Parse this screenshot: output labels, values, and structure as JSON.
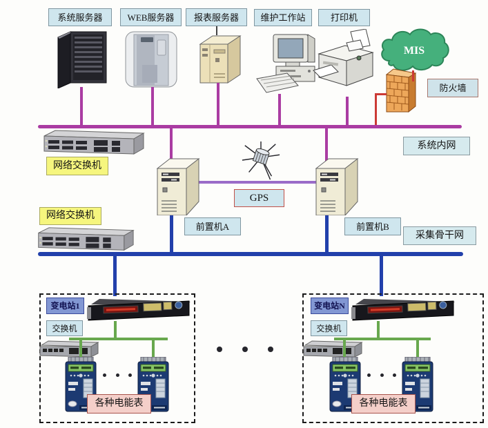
{
  "top_devices": [
    {
      "label": "系统服务器",
      "icon": "server-cabinet-icon"
    },
    {
      "label": "WEB服务器",
      "icon": "web-server-icon"
    },
    {
      "label": "报表服务器",
      "icon": "report-server-icon"
    },
    {
      "label": "维护工作站",
      "icon": "workstation-icon"
    },
    {
      "label": "打印机",
      "icon": "printer-icon"
    }
  ],
  "cloud": {
    "label": "MIS",
    "icon": "cloud-icon",
    "color": "#45b07c"
  },
  "firewall": {
    "label": "防火墙",
    "icon": "firewall-icon",
    "color": "#eda75a"
  },
  "buses": {
    "intranet": {
      "label": "系统内网",
      "color": "#aa3ca2"
    },
    "backbone": {
      "label": "采集骨干网",
      "color": "#2240ab"
    }
  },
  "network_switches": {
    "top": {
      "label": "网络交换机",
      "icon": "rack-switch-icon"
    },
    "bottom": {
      "label": "网络交换机",
      "icon": "rack-switch-icon"
    }
  },
  "frontends": {
    "a": {
      "label": "前置机A",
      "icon": "tower-server-icon"
    },
    "b": {
      "label": "前置机B",
      "icon": "tower-server-icon"
    }
  },
  "gps": {
    "label": "GPS",
    "icon": "satellite-icon"
  },
  "links": {
    "frontend_link_color": "#9a6cc8",
    "firewall_link_color": "#cc3a35",
    "substation_lan_color": "#68a84e"
  },
  "substations": [
    {
      "name": "变电站1",
      "collector_icon": "collector-rack-icon",
      "switch_label": "交换机",
      "switch_icon": "small-switch-icon",
      "meter_icon": "energy-meter-icon",
      "meters_label": "各种电能表"
    },
    {
      "name": "变电站N",
      "collector_icon": "collector-rack-icon",
      "switch_label": "交换机",
      "switch_icon": "small-switch-icon",
      "meter_icon": "energy-meter-icon",
      "meters_label": "各种电能表"
    }
  ],
  "ellipsis": {
    "between_stations": "…",
    "between_meters": "…"
  }
}
